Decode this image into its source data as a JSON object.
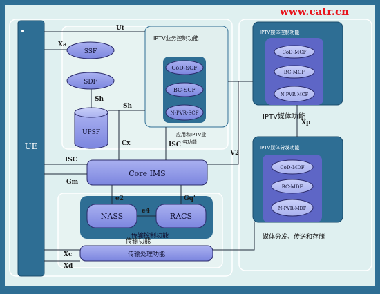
{
  "watermark": "www.catr.cn",
  "ue": "UE",
  "dot": "",
  "iptv_control": {
    "title": "IPTV业务控制功能",
    "items": [
      "CoD-SCF",
      "BC-SCF",
      "N-PVR-SCF"
    ]
  },
  "ssf": "SSF",
  "sdf": "SDF",
  "upsf": "UPSF",
  "app_label": "应用和IPTV业务功能",
  "core_ims": "Core IMS",
  "nass": "NASS",
  "racs": "RACS",
  "transport_control": "传输控制功能",
  "transport_func": "传输功能",
  "transport_processing": "传输处理功能",
  "media_control": {
    "title": "IPTV媒体控制功能",
    "items": [
      "CoD-MCF",
      "BC-MCF",
      "N-PVR-MCF"
    ]
  },
  "media_function": "IPTV媒体功能",
  "media_delivery": {
    "title": "IPTV媒体分发功能",
    "items": [
      "CoD-MDF",
      "BC-MDF",
      "N-PVR-MDF"
    ]
  },
  "media_bottom": "媒体分发、传送和存储",
  "refs": {
    "ut": "Ut",
    "xa": "Xa",
    "sh1": "Sh",
    "sh2": "Sh",
    "cx": "Cx",
    "isc1": "ISC",
    "isc2": "ISC",
    "v2": "V2",
    "xp": "Xp",
    "gm": "Gm",
    "e2": "e2",
    "gq": "Gq'",
    "e4": "e4",
    "xc": "Xc",
    "xd": "Xd"
  },
  "colors": {
    "frame": "#dff0f0",
    "box": "#2e6e94",
    "light_panel": "#e4f2f1",
    "node": "#8a93e6",
    "node_light": "#bfc6f5",
    "watermark": "#e8141c"
  }
}
